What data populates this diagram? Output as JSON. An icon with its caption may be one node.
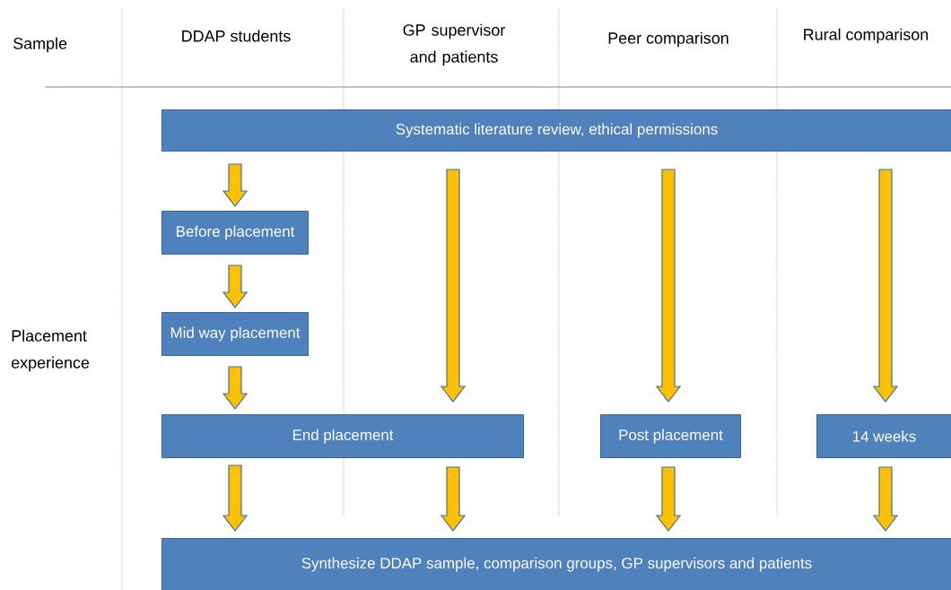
{
  "diagram": {
    "nodes": [
      {
        "text": [
          "Systematic literature review, ethical permissions"
        ]
      },
      {
        "text": [
          "Before placement"
        ]
      },
      {
        "text": [
          "Mid way placement"
        ]
      },
      {
        "text": [
          "End placement"
        ]
      },
      {
        "text": [
          "Post placement"
        ]
      },
      {
        "text": [
          "14 weeks"
        ]
      },
      {
        "text": [
          "Synthesize DDAP sample, comparison groups, GP supervisors and patients"
        ]
      }
    ],
    "edges": [
      {
        "from": 0,
        "to": 1,
        "arrow": "to"
      },
      {
        "from": 1,
        "to": 2,
        "arrow": "to"
      },
      {
        "from": 2,
        "to": 3,
        "arrow": "to"
      },
      {
        "from": 0,
        "to": 3,
        "arrow": "to"
      },
      {
        "from": 0,
        "to": 4,
        "arrow": "to"
      },
      {
        "from": 0,
        "to": 5,
        "arrow": "to"
      },
      {
        "from": 3,
        "to": 6,
        "arrow": "to"
      },
      {
        "from": 3,
        "to": 6,
        "arrow": "to"
      },
      {
        "from": 4,
        "to": 6,
        "arrow": "to"
      },
      {
        "from": 5,
        "to": 6,
        "arrow": "to"
      }
    ],
    "labels": [
      "Sample",
      "DDAP students",
      "GP supervisor and patients",
      "Peer comparison",
      "Rural comparison",
      "Placement experience"
    ]
  }
}
